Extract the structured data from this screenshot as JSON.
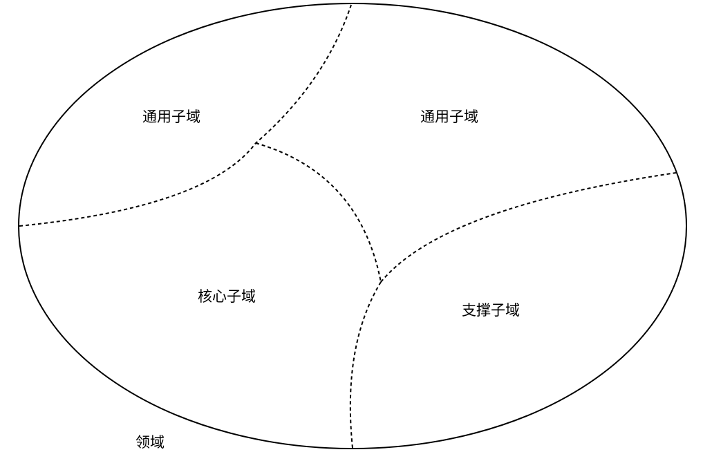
{
  "diagram": {
    "domain_label": "领域",
    "regions": [
      {
        "label": "通用子域"
      },
      {
        "label": "通用子域"
      },
      {
        "label": "核心子域"
      },
      {
        "label": "支撑子域"
      }
    ]
  }
}
